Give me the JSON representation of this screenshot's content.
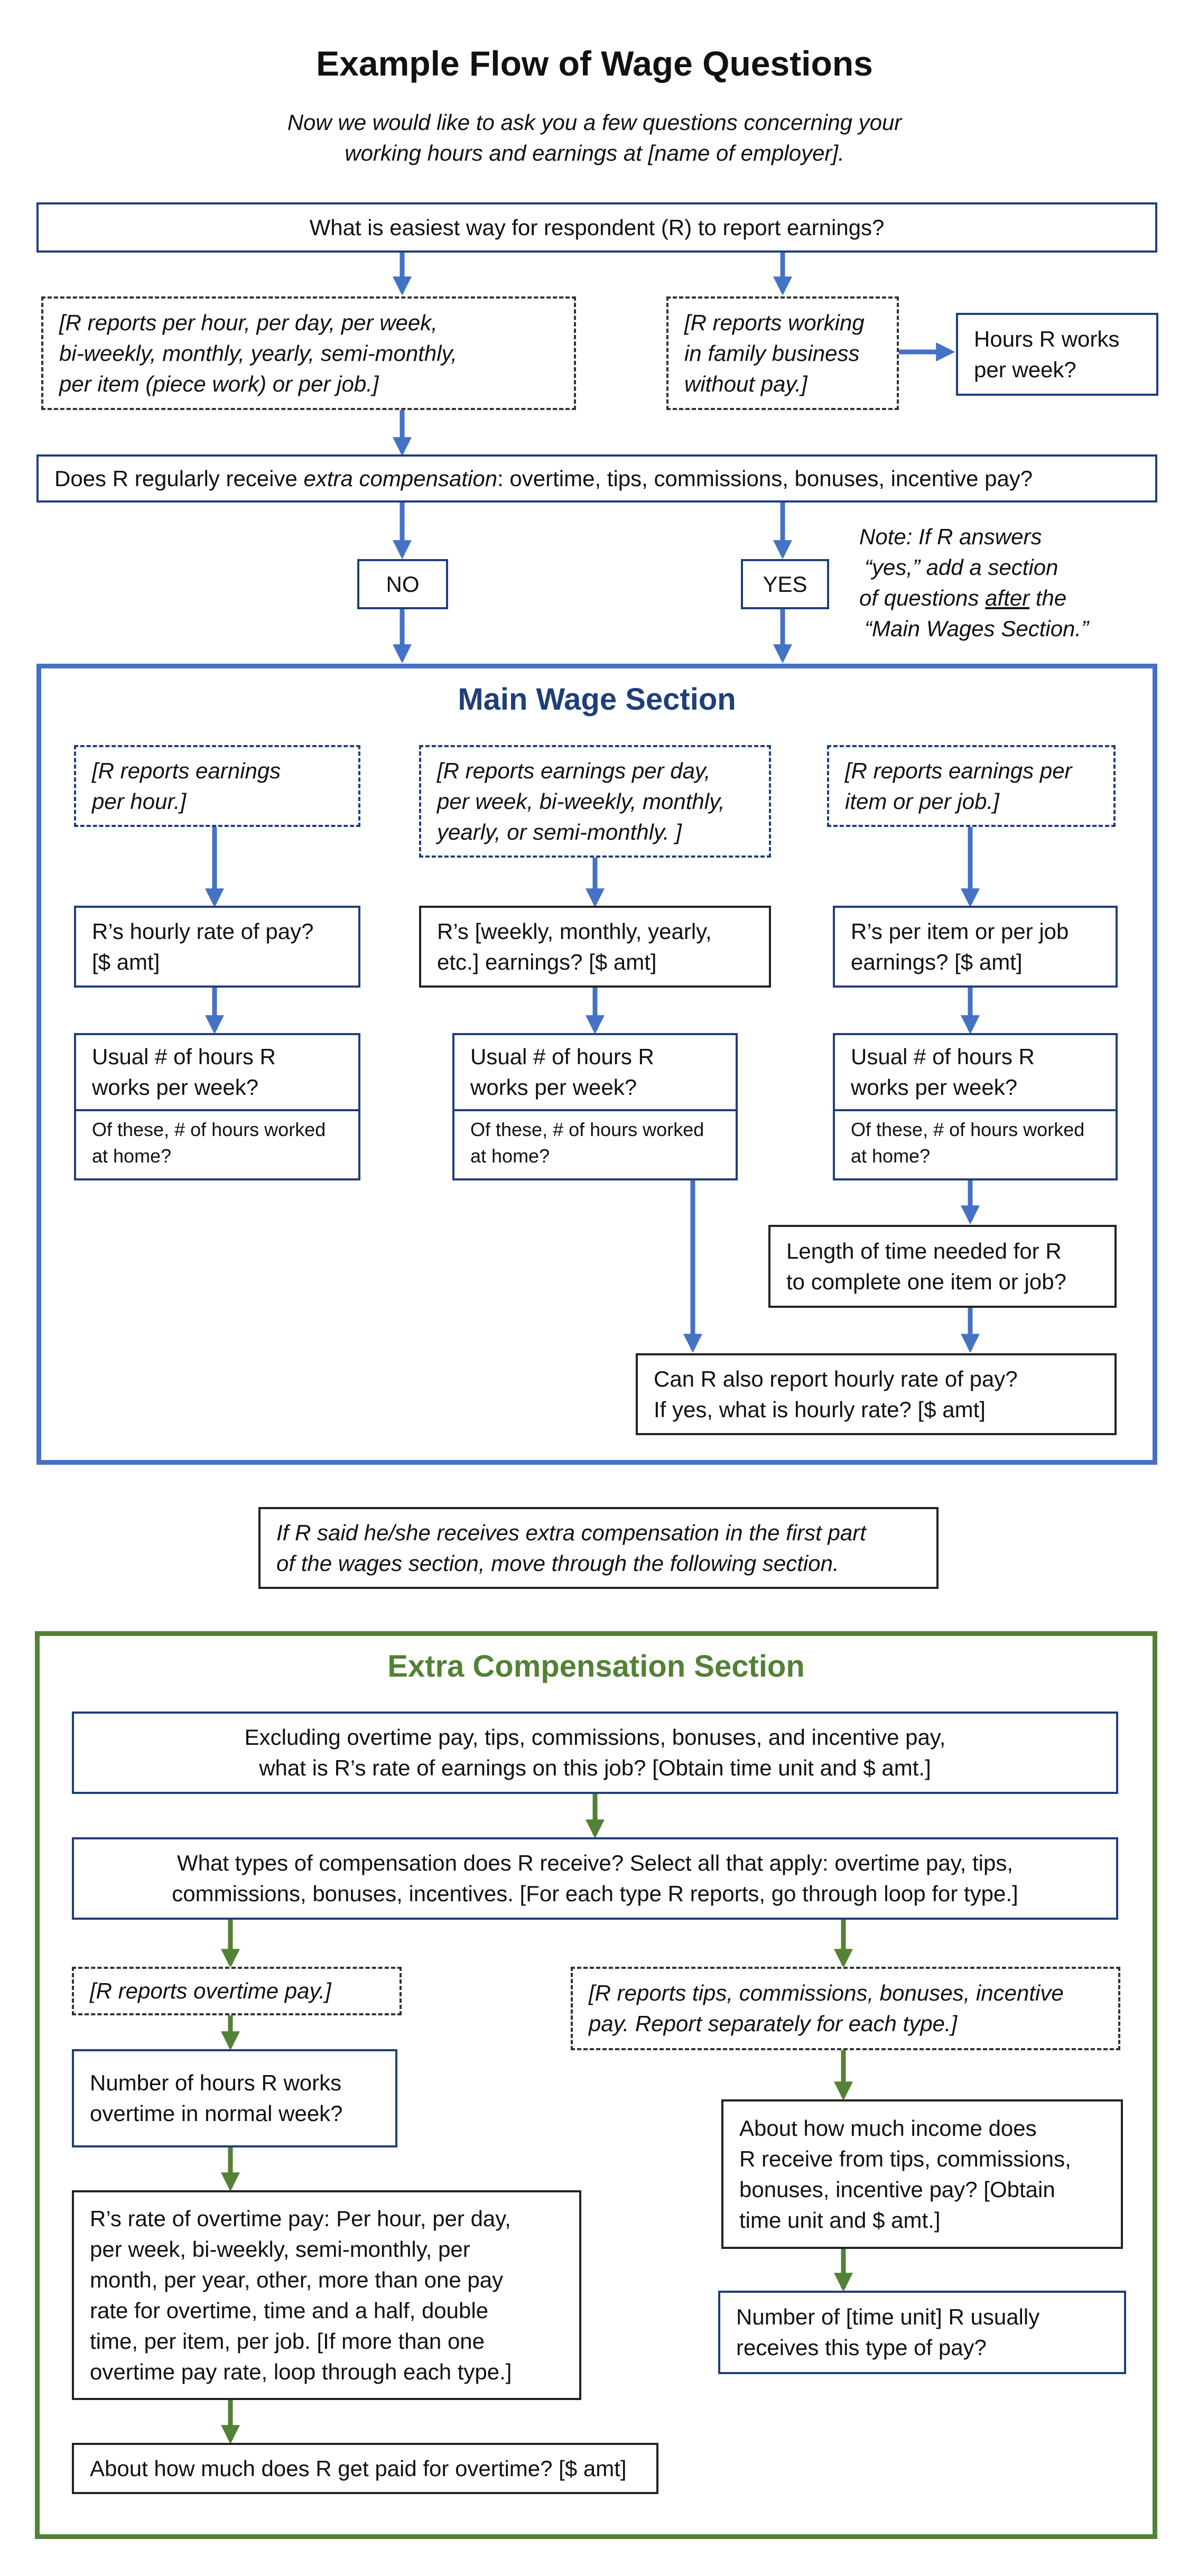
{
  "title": "Example Flow of Wage Questions",
  "intro": {
    "line1": "Now we would like to ask you a few questions concerning your",
    "line2": "working hours and earnings at [name of employer]."
  },
  "q_easiest": "What is easiest way for respondent (R) to report earnings?",
  "report_per": {
    "line1": "[R reports per hour, per day, per week,",
    "line2": "bi-weekly, monthly, yearly, semi-monthly,",
    "line3": "per item (piece work) or per job.]"
  },
  "family_business": {
    "line1": "[R reports working",
    "line2": "in family business",
    "line3": "without pay.]"
  },
  "hours_week": {
    "line1": "Hours R works",
    "line2": "per week?"
  },
  "extra_comp_q": {
    "pre": "Does R regularly receive ",
    "emph": "extra compensation",
    "post": ": overtime, tips, commissions, bonuses, incentive pay?"
  },
  "no_label": "NO",
  "yes_label": "YES",
  "note": {
    "line1": "Note: If R answers",
    "line2": "“yes,” add a section",
    "line3_pre": "of questions ",
    "line3_u": "after",
    "line3_post": " the",
    "line4": "“Main Wages  Section.”"
  },
  "main_section": {
    "title": "Main Wage Section",
    "col1": {
      "report": [
        "[R reports earnings",
        "per hour.]"
      ],
      "rate": [
        "R’s hourly rate of pay?",
        "[$ amt]"
      ],
      "usual": [
        "Usual # of hours R",
        "works per week?"
      ],
      "home": [
        "Of these, # of hours worked",
        "at home?"
      ]
    },
    "col2": {
      "report": [
        "[R reports earnings per day,",
        "per week, bi-weekly, monthly,",
        "yearly, or semi-monthly. ]"
      ],
      "rate": [
        "R’s [weekly, monthly, yearly,",
        "etc.] earnings? [$ amt]"
      ],
      "usual": [
        "Usual # of hours R",
        "works per week?"
      ],
      "home": [
        "Of these, # of hours worked",
        "at home?"
      ]
    },
    "col3": {
      "report": [
        "[R reports earnings per",
        "item or per job.]"
      ],
      "rate": [
        "R’s per item or per job",
        "earnings? [$ amt]"
      ],
      "usual": [
        "Usual # of hours R",
        "works per week?"
      ],
      "home": [
        "Of these, # of hours worked",
        "at home?"
      ],
      "length": [
        "Length of time needed for R",
        "to complete one item or job?"
      ]
    },
    "hourly": [
      "Can R also report hourly rate of pay?",
      "If yes, what is hourly rate? [$ amt]"
    ]
  },
  "transition": [
    "If R said he/she receives extra compensation in the first part",
    "of the wages section, move through the following section."
  ],
  "extra_section": {
    "title": "Extra Compensation Section",
    "excluding": [
      "Excluding overtime pay, tips, commissions, bonuses, and incentive pay,",
      "what is R’s rate of earnings on this job? [Obtain time unit and $ amt.]"
    ],
    "types": [
      "What types of compensation does R receive? Select all that apply: overtime pay, tips,",
      "commissions, bonuses, incentives. [For each type R reports, go through loop for type.]"
    ],
    "overtime_report": "[R reports overtime pay.]",
    "tips_report": [
      "[R reports tips, commissions, bonuses, incentive",
      "pay. Report separately for each type.]"
    ],
    "ot_hours": [
      "Number of hours R works",
      "overtime in normal week?"
    ],
    "ot_rate": [
      "R’s rate of overtime pay: Per hour, per day,",
      "per week, bi-weekly, semi-monthly, per",
      "month, per year, other, more than one pay",
      "rate for overtime, time and a half, double",
      "time, per item, per job. [If more than one",
      "overtime pay rate, loop through each type.]"
    ],
    "ot_amount": "About how much does R get paid for overtime? [$ amt]",
    "income": [
      "About how  much income does",
      "R receive from tips, commissions,",
      "bonuses, incentive pay? [Obtain",
      "time unit and $ amt.]"
    ],
    "time_unit": [
      "Number of [time unit] R usually",
      "receives this type of pay?"
    ]
  },
  "colors": {
    "blue_arrow": "#4472c4",
    "navy_border": "#1f3e7a",
    "green": "#538135"
  }
}
